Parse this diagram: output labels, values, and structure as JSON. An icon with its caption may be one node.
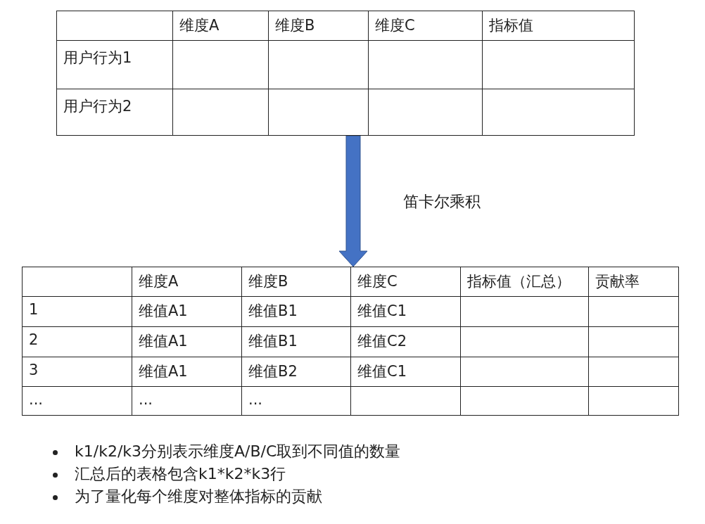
{
  "diagram": {
    "nodes": [
      {
        "text": [],
        "shape": "box"
      },
      {
        "text": [],
        "shape": "box"
      }
    ],
    "edges": [
      {
        "from": 0,
        "to": 1,
        "arrow": "to",
        "label": "笛卡尔乘积",
        "style": "thick"
      }
    ],
    "labels": [
      "维度A",
      "维度B",
      "维度C",
      "指标值",
      "用户行为1",
      "用户行为2",
      "维度A",
      "维度B",
      "维度C",
      "指标值（汇总）",
      "贡献率",
      "1",
      "维值A1",
      "维值B1",
      "维值C1",
      "2",
      "维值A1",
      "维值B1",
      "维值C2",
      "3",
      "维值A1",
      "维值B2",
      "维值C1",
      "...",
      "...",
      "...",
      "k1/k2/k3分别表示维度A/B/C取到不同值的数量",
      "汇总后的表格包含k1*k2*k3行",
      "为了量化每个维度对整体指标的贡献"
    ]
  }
}
